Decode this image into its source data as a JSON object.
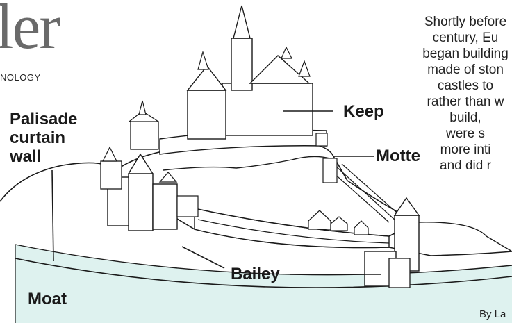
{
  "masthead": "ler",
  "section_label": "NOLOGY",
  "labels": {
    "palisade": [
      "Palisade",
      "curtain",
      "wall"
    ],
    "keep": "Keep",
    "motte": "Motte",
    "bailey": "Bailey",
    "moat": "Moat"
  },
  "intro_lines": [
    "Shortly before",
    "century, Eu",
    "began building",
    "made of ston",
    "castles to",
    "rather than w",
    "build,",
    "were s",
    "more inti",
    "and did r"
  ],
  "byline": "By La",
  "colors": {
    "moat": "#def2ef",
    "ink": "#1a1a1a",
    "masthead": "#6a6a6a",
    "paper": "#ffffff"
  }
}
